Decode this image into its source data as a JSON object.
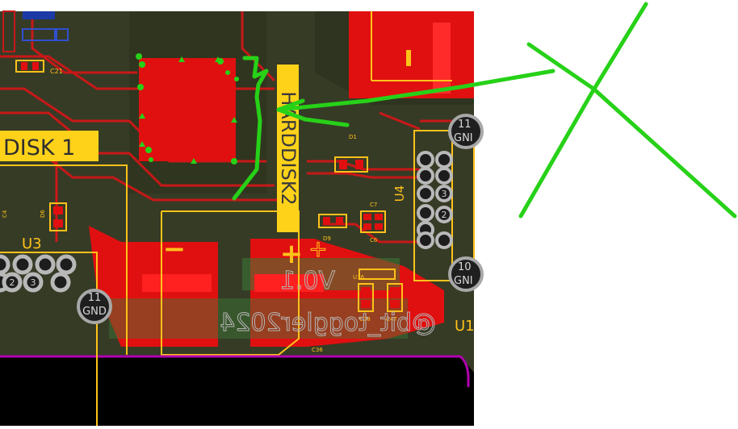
{
  "colors": {
    "board": "#363b26",
    "board_dark": "#2a2e1d",
    "copper_top": "#e01010",
    "copper_trace": "#c81818",
    "silk": "#ffc21a",
    "silk_bg": "#ffd21a",
    "ink": "#27d118",
    "pad_ring": "#9a9a9a",
    "outline": "#b000b0",
    "black": "#000000",
    "blue": "#1c3aa6",
    "copper_bottom": "#2f7a2f"
  },
  "silkscreen": {
    "disk1_label": "DISK 1",
    "harddisk2_label": "HARDDISK2",
    "u3_label": "U3",
    "u4_label": "U4",
    "u1_label": "U1",
    "c21_label": "C21",
    "d1_label": "D1",
    "c4_label": "C4",
    "d6_label": "D6",
    "c7_label": "C7",
    "c6_label": "C6",
    "d9_label": "D9",
    "u16_label": "U16",
    "c38_label": "C38",
    "c47_label": "C47",
    "c36_label": "C36",
    "minus_label": "−",
    "plus_label": "+",
    "plus_outline_label": "+",
    "pin_2_left": "2",
    "pin_3_left": "3",
    "pin_3_u4": "3",
    "pin_2_u4": "2"
  },
  "pads": {
    "pad_11_gnd_top_num": "11",
    "pad_11_gnd_top_label": "GNI",
    "pad_10_gnd_num": "10",
    "pad_10_gnd_label": "GNI",
    "pad_11_gnd_left_num": "11",
    "pad_11_gnd_left_label": "GND"
  },
  "bottom_silk": {
    "text_line1": "V0.1",
    "text_line2": "@bit_toggler2024"
  }
}
